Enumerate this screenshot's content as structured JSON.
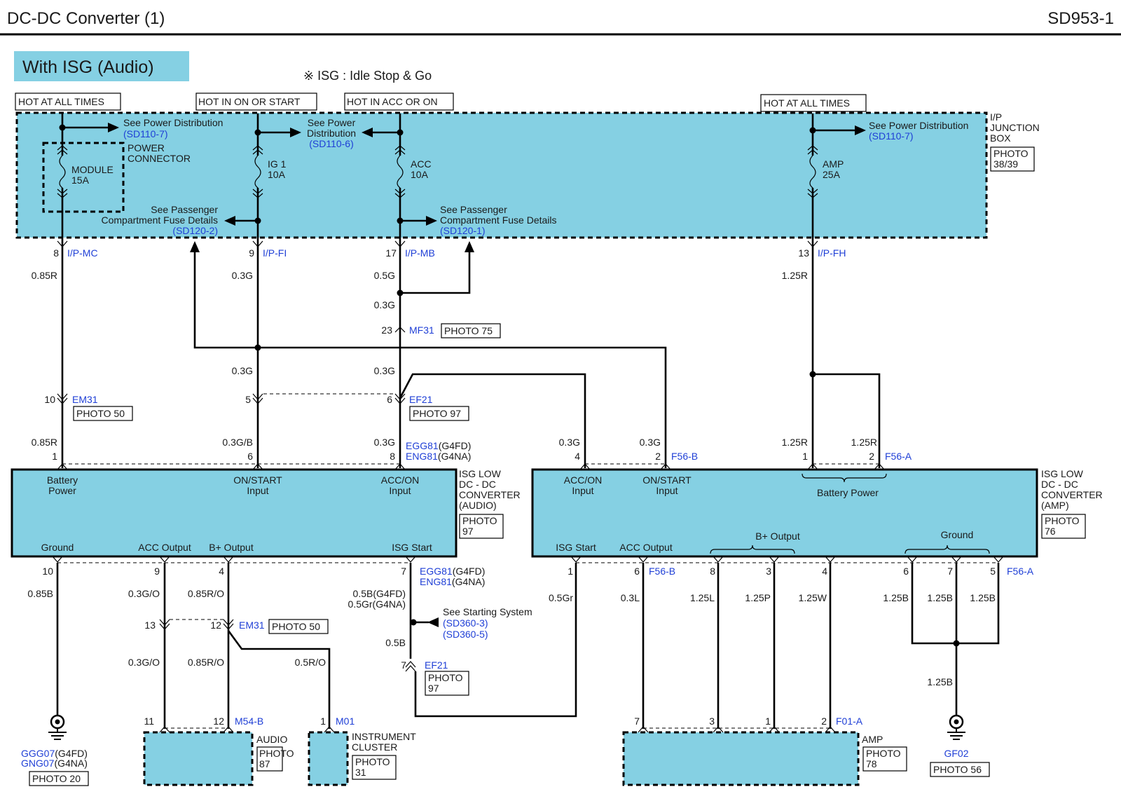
{
  "header": {
    "title": "DC-DC Converter (1)",
    "code": "SD953-1"
  },
  "variant_label": "With ISG (Audio)",
  "note": "※ ISG : Idle Stop & Go",
  "power_labels": {
    "hot_all_1": "HOT AT ALL TIMES",
    "hot_on_start": "HOT IN ON OR START",
    "hot_acc_on": "HOT IN ACC OR ON",
    "hot_all_2": "HOT AT ALL TIMES"
  },
  "junction_box": {
    "name": [
      "I/P",
      "JUNCTION",
      "BOX"
    ],
    "photo": [
      "PHOTO",
      "38/39"
    ]
  },
  "power_connector": [
    "POWER",
    "CONNECTOR"
  ],
  "fuses": {
    "module": [
      "MODULE",
      "15A"
    ],
    "ig1": [
      "IG 1",
      "10A"
    ],
    "acc": [
      "ACC",
      "10A"
    ],
    "amp": [
      "AMP",
      "25A"
    ]
  },
  "refs": {
    "see_pd": "See Power Distribution",
    "see_power": "See Power",
    "distribution": "Distribution",
    "sd110_7": "(SD110-7)",
    "sd110_6": "(SD110-6)",
    "see_passenger": "See Passenger",
    "comp_fuse": "Compartment Fuse Details",
    "sd120_2": "(SD120-2)",
    "sd120_1": "(SD120-1)",
    "see_starting": "See Starting System",
    "sd360_3": "(SD360-3)",
    "sd360_5": "(SD360-5)"
  },
  "connectors": {
    "ipmc": "I/P-MC",
    "ipfi": "I/P-FI",
    "ipmb": "I/P-MB",
    "ipfh": "I/P-FH",
    "mf31": "MF31",
    "em31": "EM31",
    "ef21": "EF21",
    "egg81": "EGG81",
    "eng81": "ENG81",
    "g4fd": "(G4FD)",
    "g4na": "(G4NA)",
    "f56b": "F56-B",
    "f56a": "F56-A",
    "m54b": "M54-B",
    "m01": "M01",
    "f01a": "F01-A",
    "ggg07": "GGG07",
    "gng07": "GNG07",
    "gf02": "GF02"
  },
  "photos": {
    "p75": "PHOTO 75",
    "p50": "PHOTO 50",
    "p97": "PHOTO 97",
    "p20": "PHOTO 20",
    "p56": "PHOTO 56",
    "photo": "PHOTO",
    "n97": "97",
    "n76": "76",
    "n87": "87",
    "n31": "31",
    "n78": "78"
  },
  "pins": {
    "p8": "8",
    "p9": "9",
    "p17": "17",
    "p13": "13",
    "p23": "23",
    "p10": "10",
    "p5": "5",
    "p6": "6",
    "p1": "1",
    "p2": "2",
    "p4": "4",
    "p7": "7",
    "p3": "3",
    "p11": "11",
    "p12": "12"
  },
  "wires": {
    "w085r": "0.85R",
    "w03g": "0.3G",
    "w05g": "0.5G",
    "w125r": "1.25R",
    "w03gb": "0.3G/B",
    "w085b": "0.85B",
    "w03go": "0.3G/O",
    "w085ro": "0.85R/O",
    "w05ro": "0.5R/O",
    "w05b_g4fd": "0.5B(G4FD)",
    "w05gr_g4na": "0.5Gr(G4NA)",
    "w05b": "0.5B",
    "w05gr": "0.5Gr",
    "w03l": "0.3L",
    "w125l": "1.25L",
    "w125p": "1.25P",
    "w125w": "1.25W",
    "w125b": "1.25B"
  },
  "converter_audio": {
    "name": [
      "ISG LOW",
      "DC - DC",
      "CONVERTER",
      "(AUDIO)"
    ],
    "battery_power": [
      "Battery",
      "Power"
    ],
    "on_start": [
      "ON/START",
      "Input"
    ],
    "acc_on": [
      "ACC/ON",
      "Input"
    ],
    "ground": "Ground",
    "acc_output": "ACC Output",
    "b_output": "B+ Output",
    "isg_start": "ISG Start"
  },
  "converter_amp": {
    "name": [
      "ISG LOW",
      "DC - DC",
      "CONVERTER",
      "(AMP)"
    ],
    "acc_on": [
      "ACC/ON",
      "Input"
    ],
    "on_start": [
      "ON/START",
      "Input"
    ],
    "battery_power": "Battery Power",
    "isg_start": "ISG Start",
    "acc_output": "ACC Output",
    "b_output": "B+ Output",
    "ground": "Ground"
  },
  "devices": {
    "audio": "AUDIO",
    "instrument_cluster": [
      "INSTRUMENT",
      "CLUSTER"
    ],
    "amp": "AMP"
  },
  "colors": {
    "module_fill": "#85d0e3",
    "connector_text": "#1f3fd6"
  }
}
